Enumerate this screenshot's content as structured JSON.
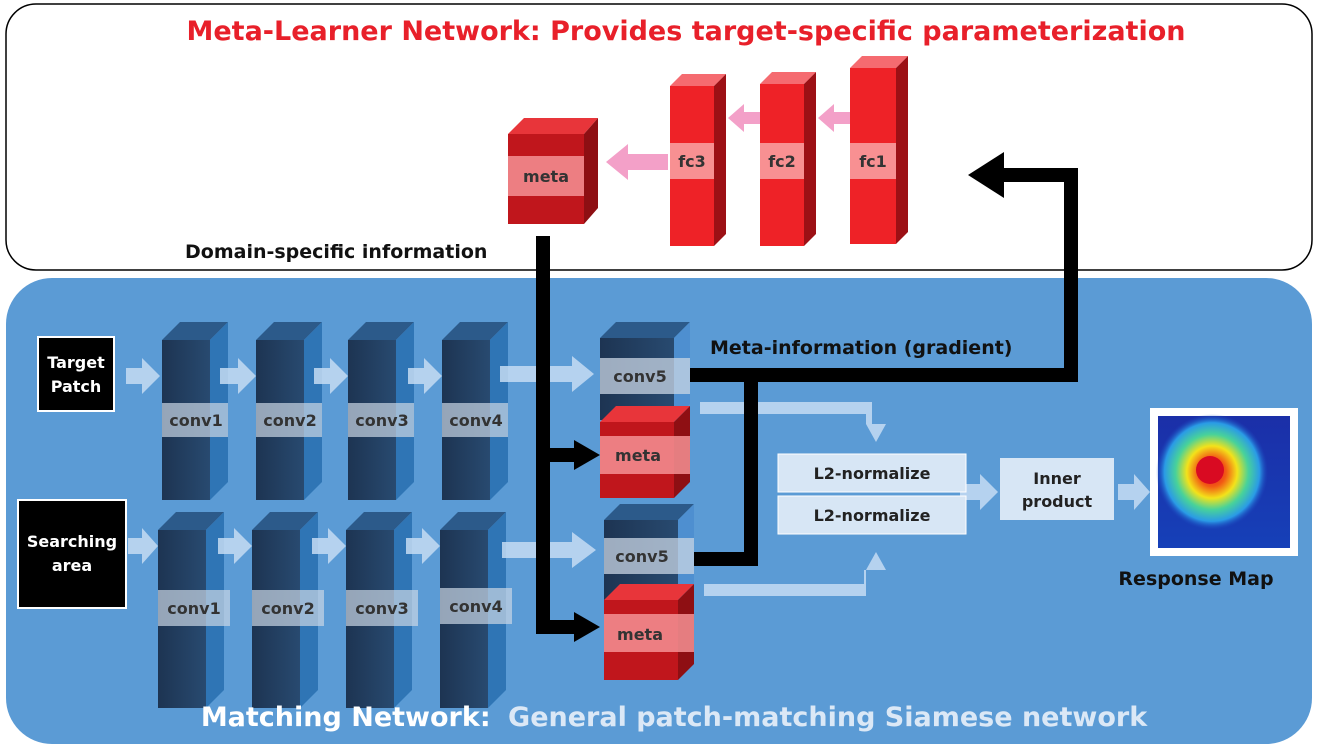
{
  "meta_learner": {
    "title": "Meta-Learner Network: Provides target-specific parameterization",
    "layers": [
      "fc1",
      "fc2",
      "fc3"
    ],
    "output_label": "meta",
    "domain_info_label": "Domain-specific information"
  },
  "matching": {
    "title_prefix": "Matching Network:",
    "title_suffix": "General patch-matching Siamese network",
    "target_input": [
      "Target",
      "Patch"
    ],
    "search_input": [
      "Searching",
      "area"
    ],
    "target_layers": [
      "conv1",
      "conv2",
      "conv3",
      "conv4",
      "conv5"
    ],
    "search_layers": [
      "conv1",
      "conv2",
      "conv3",
      "conv4",
      "conv5"
    ],
    "meta_block_label": "meta",
    "gradient_label": "Meta-information (gradient)",
    "normalize_labels": [
      "L2-normalize",
      "L2-normalize"
    ],
    "inner_product": [
      "Inner",
      "product"
    ],
    "response_map_label": "Response Map"
  },
  "colors": {
    "meta_title": "#e8202a",
    "matching_panel": "#5b9bd5",
    "matching_title_prefix": "#ffffff",
    "matching_title_suffix": "#dbe8f6",
    "fc_red": "#ee2227",
    "conv_front": "#1e3a5f",
    "conv_side": "#2f75b5"
  }
}
